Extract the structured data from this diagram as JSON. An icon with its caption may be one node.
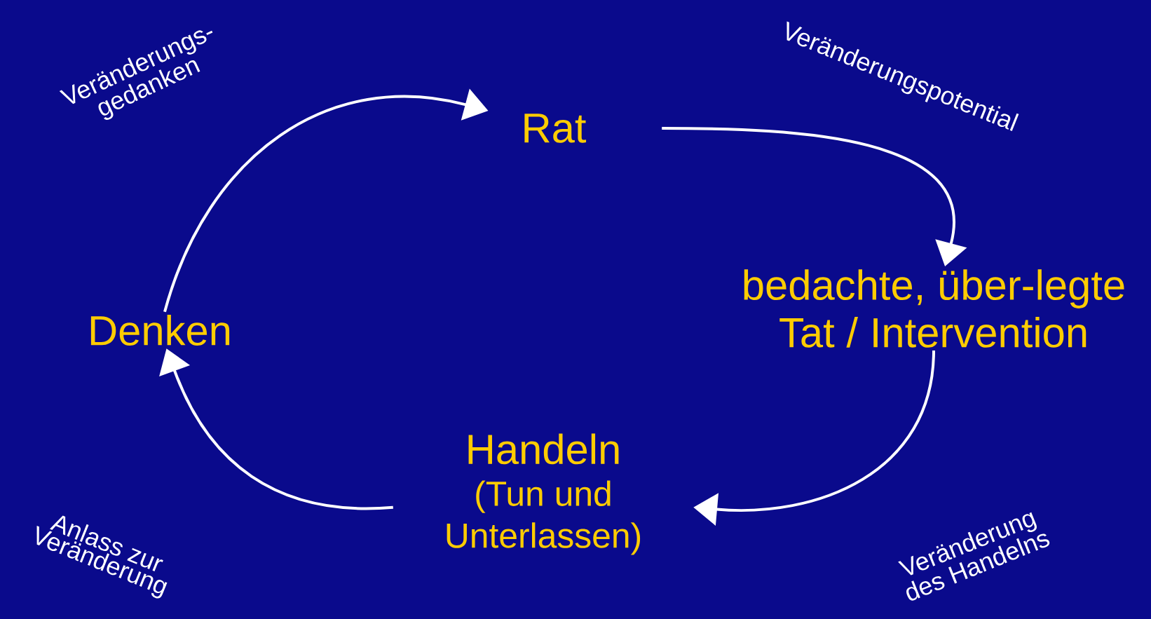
{
  "diagram": {
    "nodes": [
      {
        "text": [
          "Rat"
        ]
      },
      {
        "text": [
          "bedachte, über-legte Tat / Intervention"
        ]
      },
      {
        "text": [
          "Handeln",
          "(Tun und Unterlassen)"
        ]
      },
      {
        "text": [
          "Denken"
        ]
      }
    ],
    "edges": [
      {
        "from": 3,
        "to": 0,
        "arrow": "to",
        "label": "Veränderungs- gedanken"
      },
      {
        "from": 0,
        "to": 1,
        "arrow": "to",
        "label": "Veränderungspotential"
      },
      {
        "from": 1,
        "to": 2,
        "arrow": "to",
        "label": "Veränderung des Handelns"
      },
      {
        "from": 2,
        "to": 3,
        "arrow": "to",
        "label": "Anlass zur Veränderung"
      }
    ]
  }
}
